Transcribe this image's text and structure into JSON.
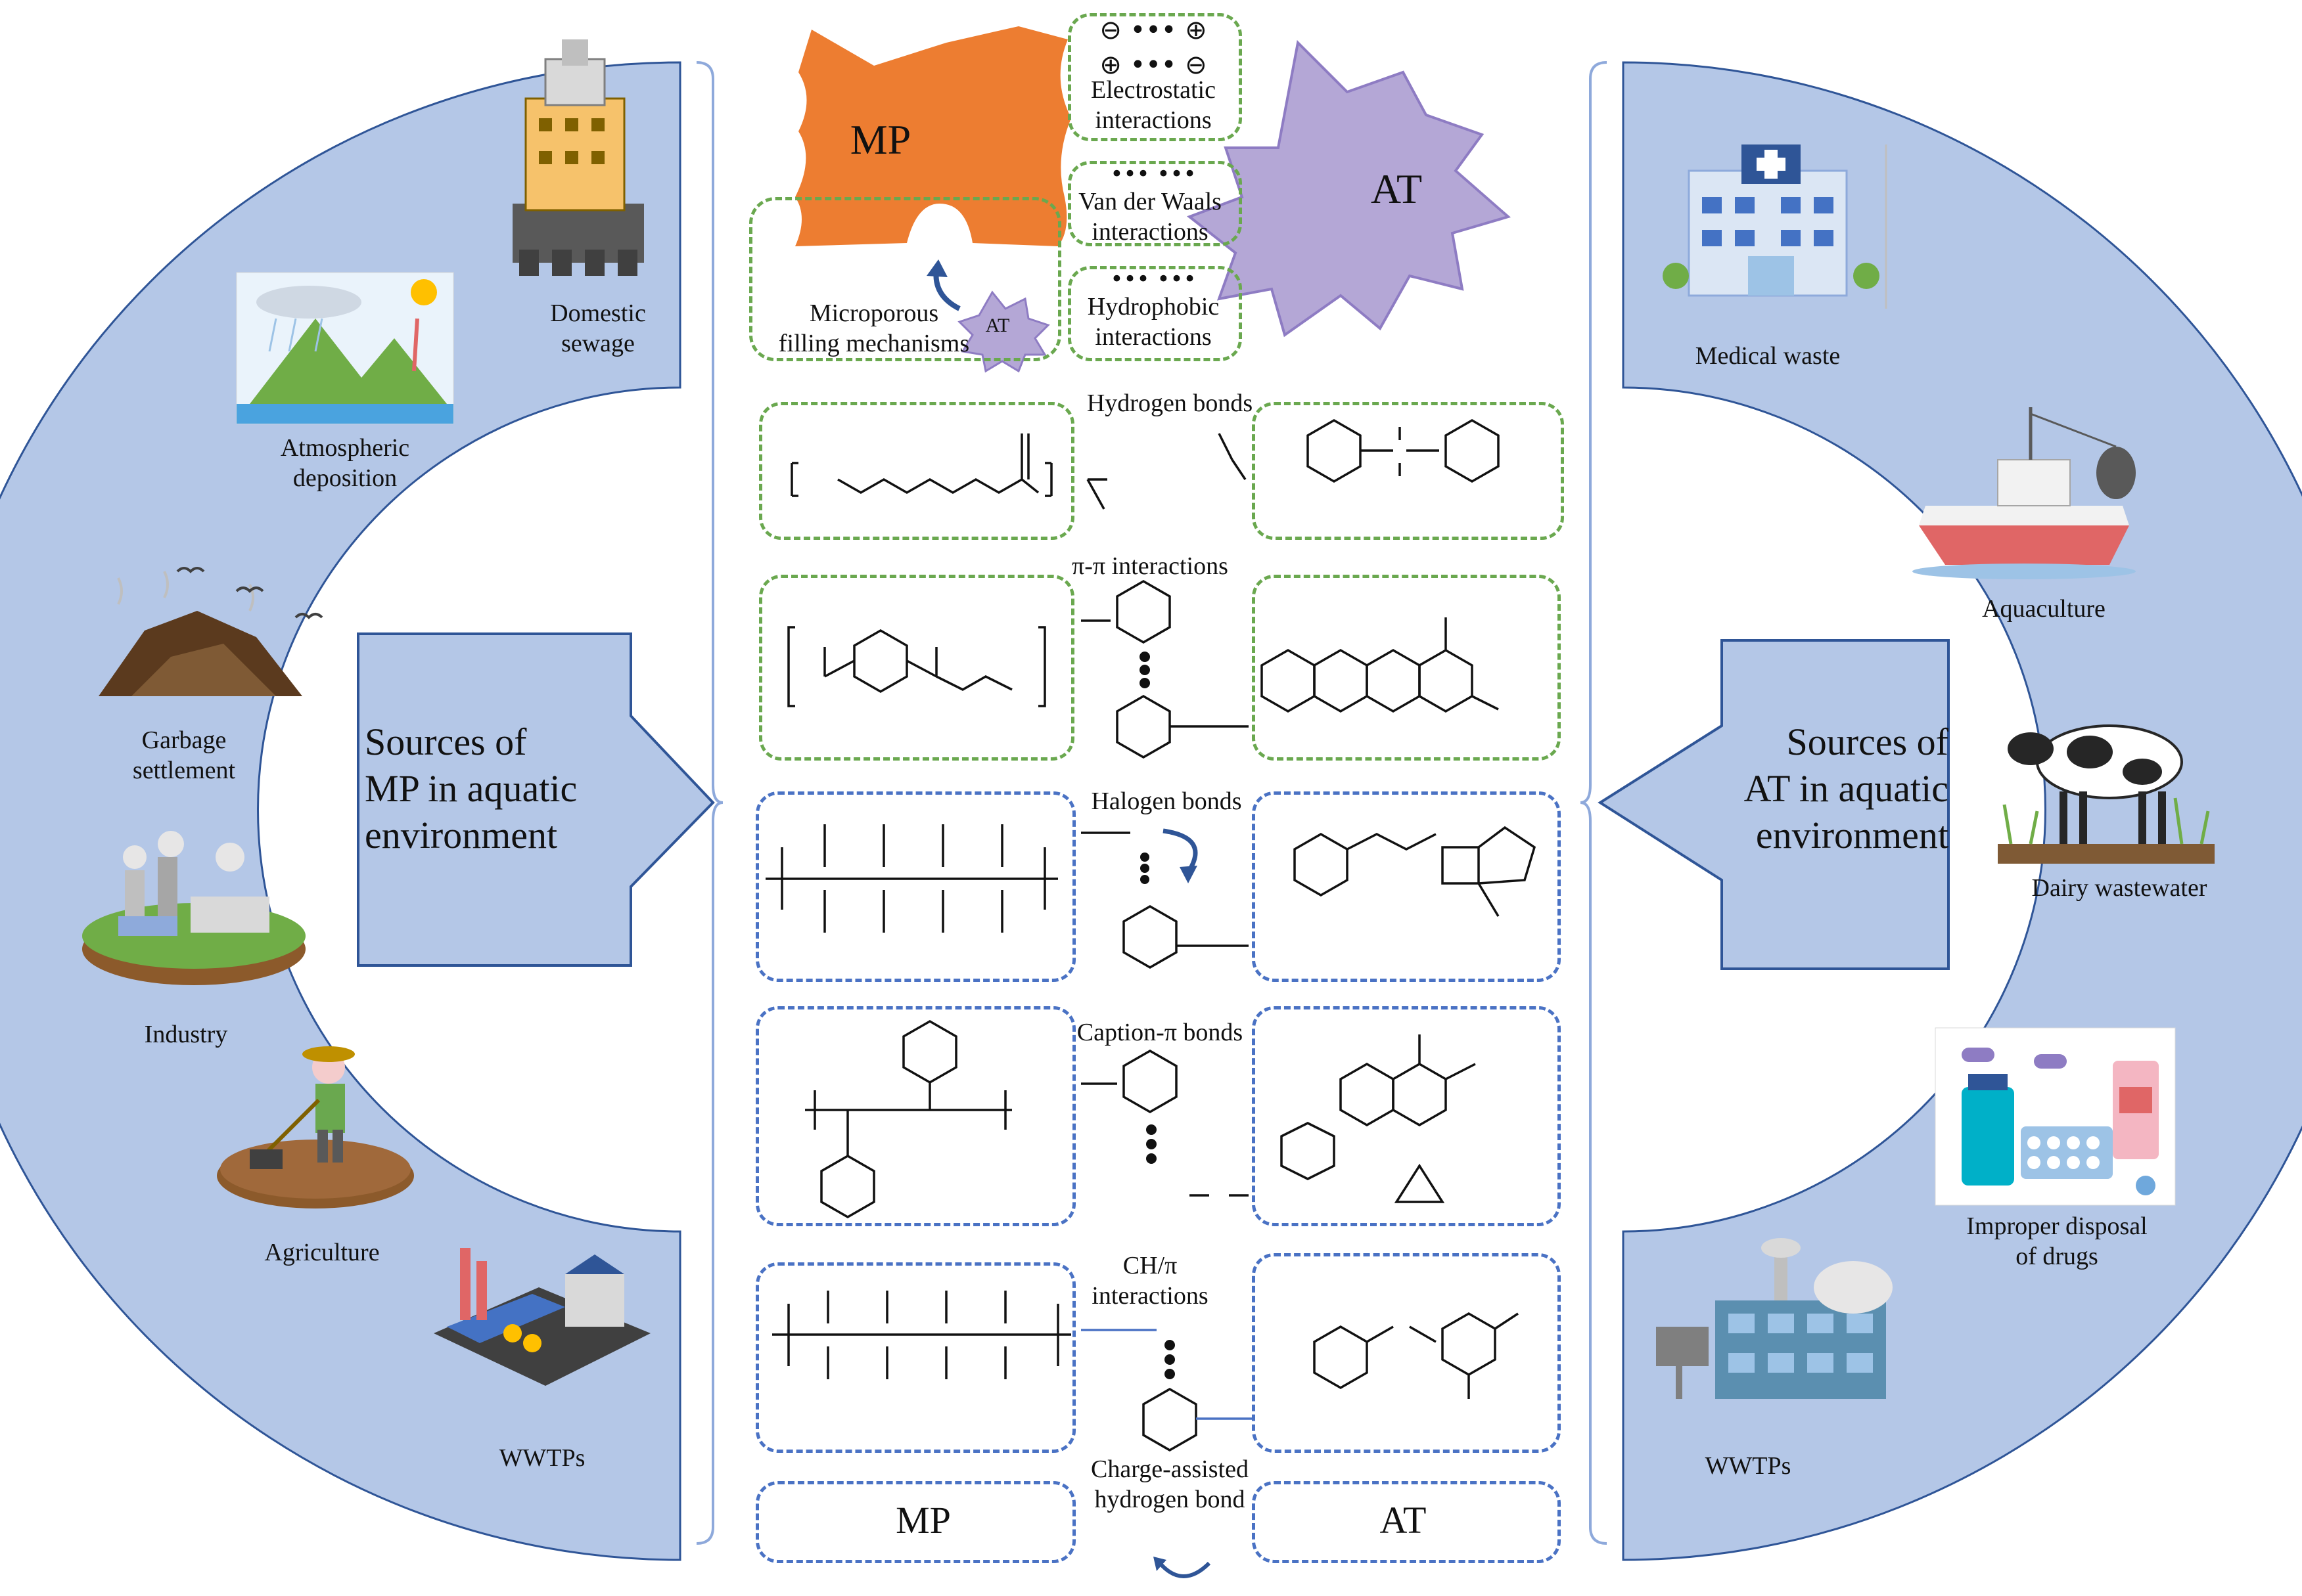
{
  "left_panel": {
    "sources": [
      {
        "label": "Domestic\nsewage",
        "icon": "domestic-sewage-icon"
      },
      {
        "label": "Atmospheric\ndeposition",
        "icon": "atmospheric-deposition-icon"
      },
      {
        "label": "Garbage\nsettlement",
        "icon": "garbage-settlement-icon"
      },
      {
        "label": "Industry",
        "icon": "industry-icon"
      },
      {
        "label": "Agriculture",
        "icon": "agriculture-icon"
      },
      {
        "label": "WWTPs",
        "icon": "wwtp-icon"
      }
    ],
    "arrow_label": "Sources of\nMP in aquatic\nenvironment"
  },
  "right_panel": {
    "sources": [
      {
        "label": "Medical waste",
        "icon": "hospital-icon"
      },
      {
        "label": "Aquaculture",
        "icon": "fishing-boat-icon"
      },
      {
        "label": "Dairy wastewater",
        "icon": "cow-icon"
      },
      {
        "label": "Improper disposal\nof drugs",
        "icon": "drugs-icon"
      },
      {
        "label": "WWTPs",
        "icon": "wwtp-plant-icon"
      }
    ],
    "arrow_label": "Sources of\nAT in aquatic\nenvironment"
  },
  "center": {
    "mp_label": "MP",
    "at_label": "AT",
    "at_small_label": "AT",
    "charge_symbols": [
      "⊖ ••• ⊕",
      "⊕ ••• ⊖"
    ],
    "dots": "••• •••",
    "electrostatic": "Electrostatic\ninteractions",
    "vdw": "Van der Waals\ninteractions",
    "hydrophobic": "Hydrophobic\ninteractions",
    "microporous": "Microporous\nfilling mechanisms",
    "hydrogen_bonds": "Hydrogen bonds",
    "pi_pi": "π-π interactions",
    "halogen": "Halogen bonds",
    "cation_pi": "Caption-π bonds",
    "ch_pi": "CH/π\ninteractions",
    "charge_assisted": "Charge-assisted\nhydrogen bond",
    "bottom_mp": "MP",
    "bottom_at": "AT"
  },
  "colors": {
    "panel": "#b4c7e7",
    "panel_border": "#2f5597",
    "mp_orange": "#ed7d31",
    "at_purple": "#b4a7d6",
    "green_dash": "#6aa84f",
    "blue_dash": "#4a72c4"
  }
}
